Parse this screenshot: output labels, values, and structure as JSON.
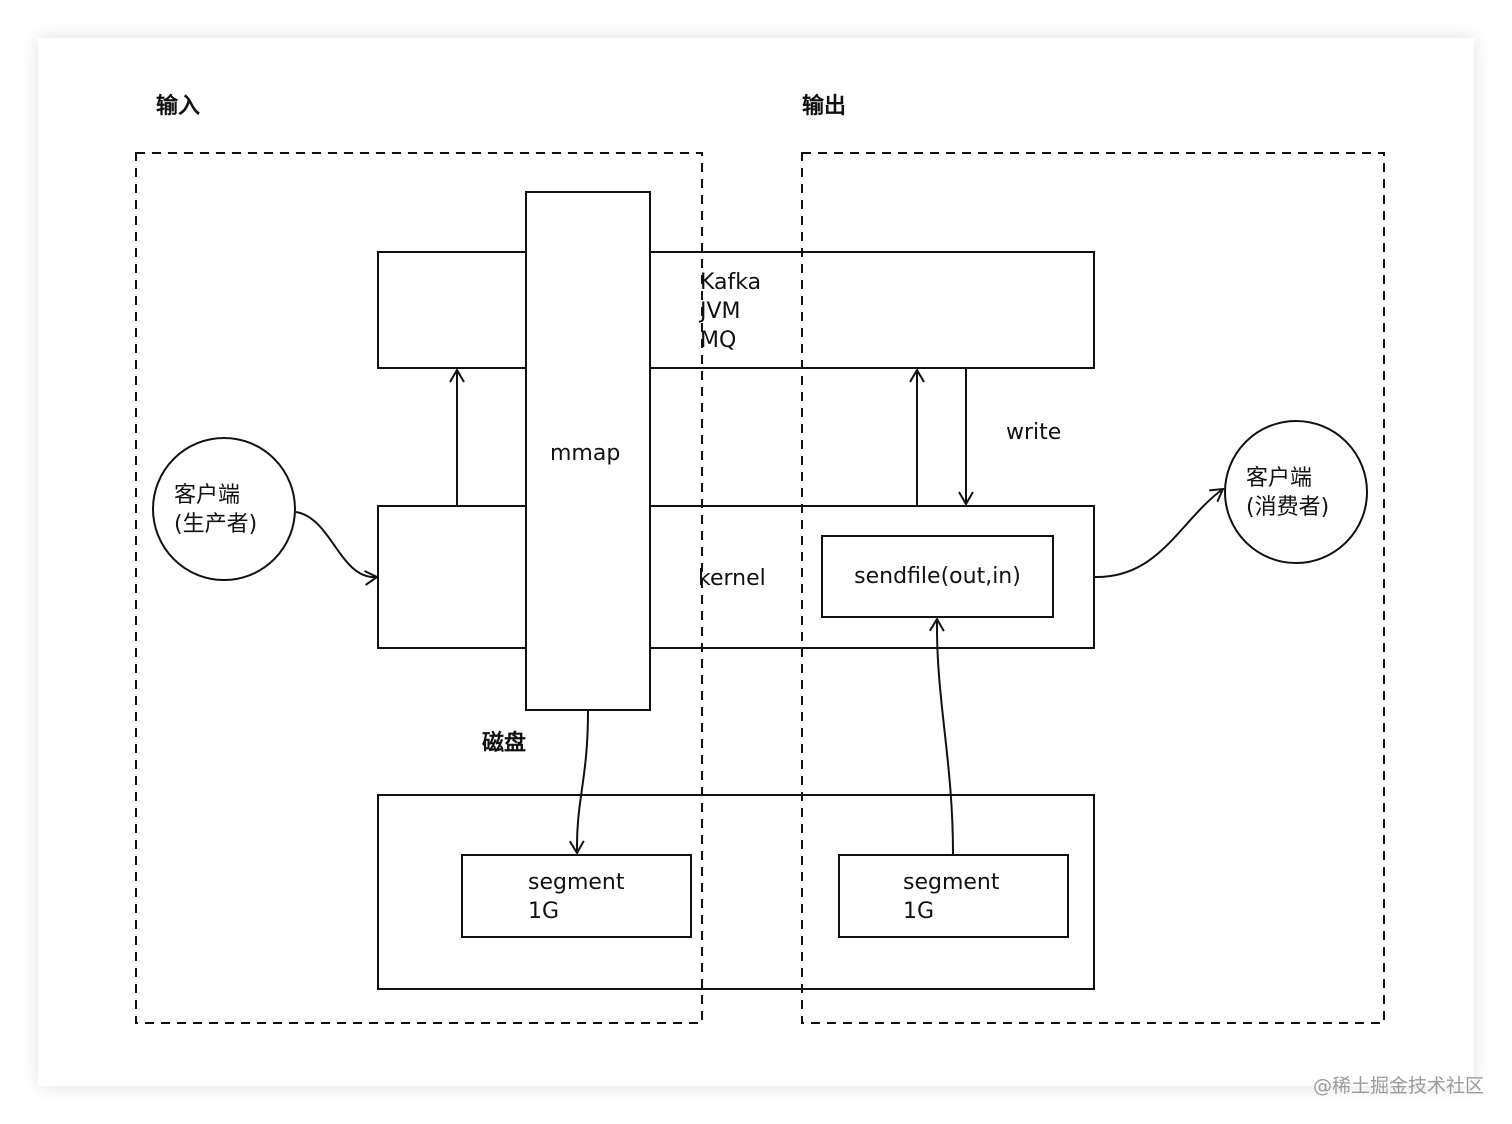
{
  "regions": {
    "input_title": "输入",
    "output_title": "输出"
  },
  "jvm_box": {
    "lines": [
      "Kafka",
      "JVM",
      "MQ"
    ]
  },
  "mmap_box": {
    "label": "mmap"
  },
  "kernel_box": {
    "label": "kernel"
  },
  "sendfile_box": {
    "label": "sendfile(out,in)"
  },
  "write_label": "write",
  "disk_label": "磁盘",
  "segments": [
    {
      "lines": [
        "segment",
        "1G"
      ]
    },
    {
      "lines": [
        "segment",
        "1G"
      ]
    }
  ],
  "producer": {
    "lines": [
      "客户端",
      "(生产者)"
    ]
  },
  "consumer": {
    "lines": [
      "客户端",
      "(消费者)"
    ]
  },
  "watermark": "@稀土掘金技术社区",
  "colors": {
    "stroke": "#111111",
    "background": "#ffffff",
    "watermark": "#9a9a9a"
  }
}
